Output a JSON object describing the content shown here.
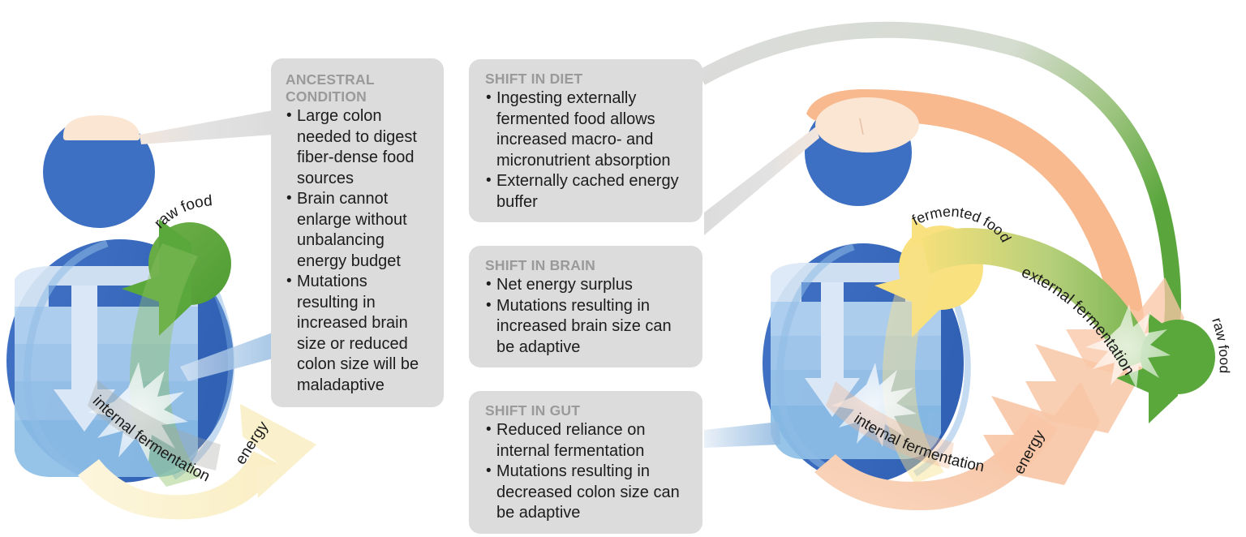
{
  "figure": {
    "type": "diagram",
    "title": "Expensive tissue / external fermentation hypothesis schematic",
    "background": "#ffffff"
  },
  "boxes": [
    {
      "id": "ancestral",
      "title": "ANCESTRAL CONDITION",
      "title_line1": "ANCESTRAL",
      "title_line2": "CONDITION",
      "bullets": [
        "Large colon needed to digest fiber-dense food sources",
        "Brain cannot enlarge without unbalancing energy budget",
        "Mutations resulting in increased brain size or reduced colon size will be maladaptive"
      ]
    },
    {
      "id": "diet",
      "title": "SHIFT IN DIET",
      "bullets": [
        "Ingesting externally fermented food allows increased macro- and micronutrient absorption",
        "Externally cached energy buffer"
      ]
    },
    {
      "id": "brain",
      "title": "SHIFT IN BRAIN",
      "bullets": [
        "Net energy surplus",
        "Mutations resulting in increased brain size can be adaptive"
      ]
    },
    {
      "id": "gut",
      "title": "SHIFT IN GUT",
      "bullets": [
        "Reduced reliance on internal fermentation",
        "Mutations resulting in decreased colon size can be adaptive"
      ]
    }
  ],
  "left_panel": {
    "name": "ancestral-organism",
    "labels": {
      "raw_food": "raw food",
      "internal_fermentation": "internal fermentation",
      "energy": "energy"
    }
  },
  "right_panel": {
    "name": "derived-organism",
    "labels": {
      "fermented_food": "fermented food",
      "external_fermentation": "external fermentation",
      "raw_food": "raw food",
      "internal_fermentation": "internal fermentation",
      "energy": "energy"
    }
  },
  "colors": {
    "body_blue": "#3d6fc2",
    "body_blue_dark": "#2f5fb0",
    "gut_light_blue": "#a9cdee",
    "gut_pale": "#dce9f7",
    "brain_cream": "#fbe6d4",
    "brain_peach": "#f7b98d",
    "food_green": "#5aa83c",
    "food_green_light": "#8cc063",
    "fermented_yellow": "#fae17f",
    "energy_cream": "#fbf2d2",
    "energy_peach": "#f6c4a4",
    "box_gray": "#dcdcdc",
    "box_title_gray": "#9a9a9a",
    "text_black": "#1c1c1c",
    "connector_gray": "#d8d8d8"
  }
}
